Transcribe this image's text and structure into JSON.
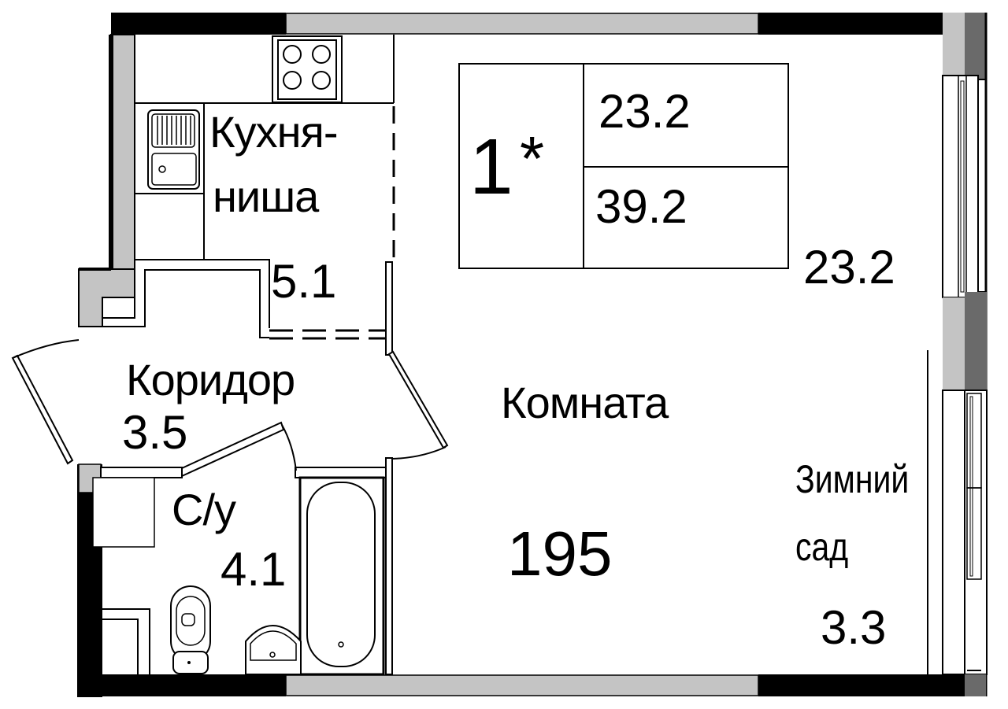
{
  "plan": {
    "summary": {
      "rooms_count": "1",
      "rooms_marker": "*",
      "living_area": "23.2",
      "total_area": "39.2"
    },
    "rooms": [
      {
        "id": "kitchen",
        "name_line1": "Кухня-",
        "name_line2": "ниша",
        "area": "5.1"
      },
      {
        "id": "corridor",
        "name": "Коридор",
        "area": "3.5"
      },
      {
        "id": "bathroom",
        "name": "С/у",
        "area": "4.1"
      },
      {
        "id": "room",
        "name": "Комната",
        "area": "23.2",
        "ceiling": "195"
      },
      {
        "id": "winter-garden",
        "name_line1": "Зимний",
        "name_line2": "сад",
        "area": "3.3"
      }
    ],
    "colors": {
      "wall_bearing": "#000000",
      "wall_light": "#c4c4c4",
      "wall_dark": "#6a6a6a",
      "line": "#000000",
      "background": "#ffffff"
    }
  }
}
